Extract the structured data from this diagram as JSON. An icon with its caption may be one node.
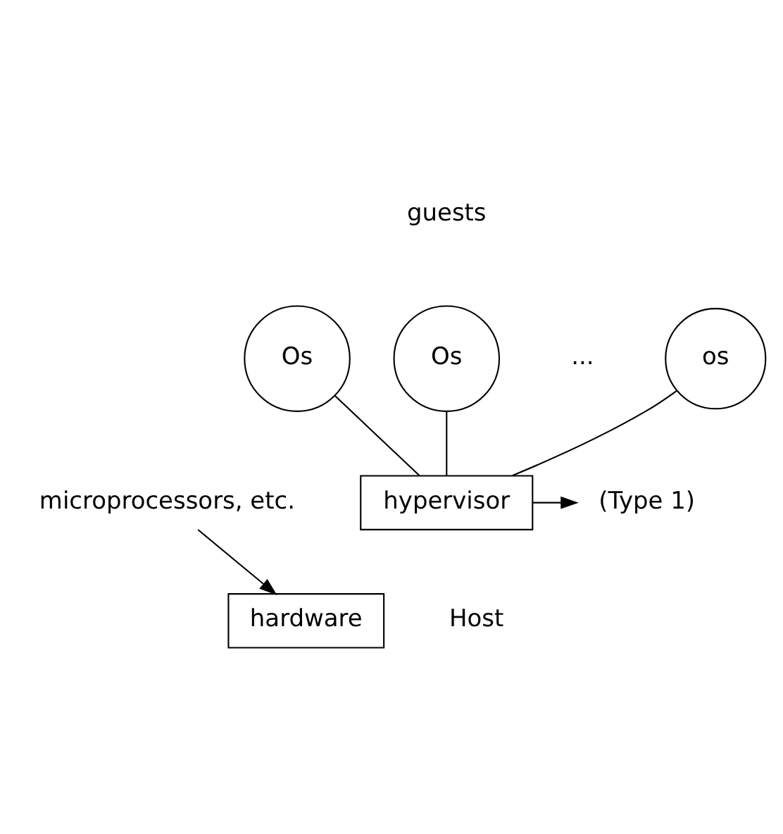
{
  "diagram": {
    "nodes": [
      {
        "text": [
          "Os"
        ]
      },
      {
        "text": [
          "Os"
        ]
      },
      {
        "text": [
          "os"
        ]
      },
      {
        "text": [
          "hypervisor"
        ]
      },
      {
        "text": [
          "hardware"
        ],
        "beside": [
          "Host"
        ]
      },
      {
        "text": [
          "(Type 1)"
        ]
      },
      {
        "text": [
          "microprocessors, etc."
        ]
      }
    ],
    "edges": [
      {
        "from": 0,
        "to": 3,
        "arrow": "none"
      },
      {
        "from": 1,
        "to": 3,
        "arrow": "none"
      },
      {
        "from": 2,
        "to": 3,
        "arrow": "none"
      },
      {
        "from": 3,
        "to": 5,
        "arrow": "to"
      },
      {
        "from": 6,
        "to": 4,
        "arrow": "to"
      }
    ],
    "labels": [
      "guests",
      "..."
    ]
  }
}
